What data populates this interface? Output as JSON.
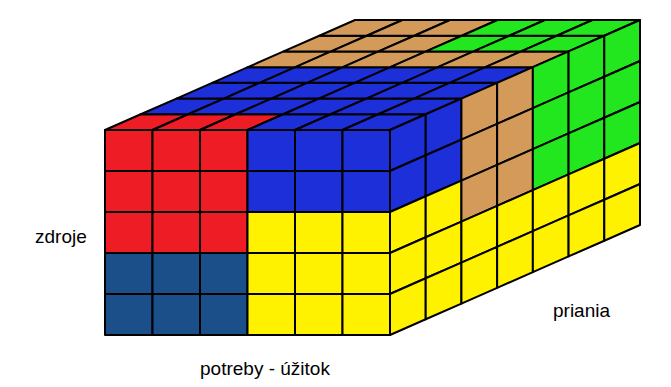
{
  "diagram": {
    "labels": [
      "zdroje",
      "potreby - úžitok",
      "priania"
    ]
  }
}
